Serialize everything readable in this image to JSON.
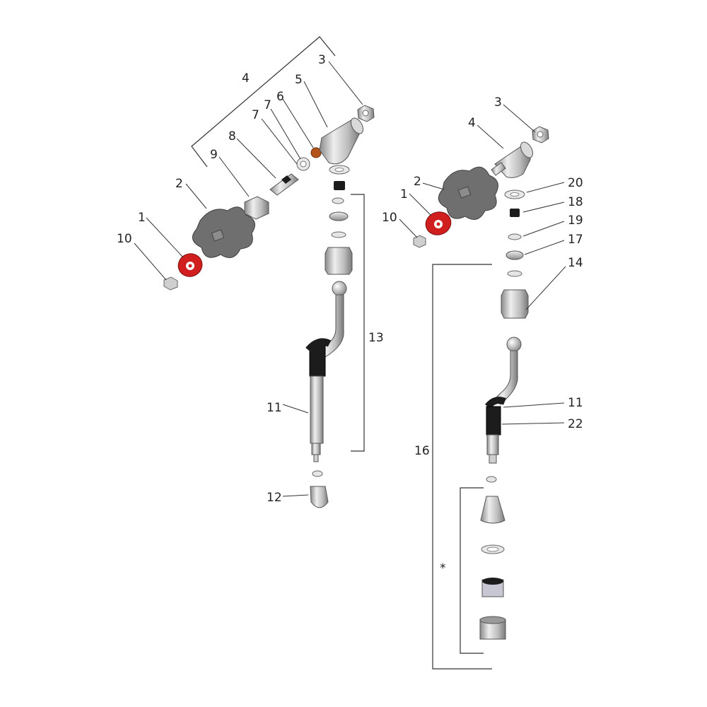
{
  "left_assembly": {
    "callouts": {
      "c1": "1",
      "c2": "2",
      "c3": "3",
      "c4": "4",
      "c5": "5",
      "c6": "6",
      "c7a": "7",
      "c7b": "7",
      "c8": "8",
      "c9": "9",
      "c10": "10",
      "c11": "11",
      "c12": "12",
      "c13": "13"
    }
  },
  "right_assembly": {
    "callouts": {
      "c1": "1",
      "c2": "2",
      "c3": "3",
      "c4": "4",
      "c10": "10",
      "c11": "11",
      "c14": "14",
      "c16": "16",
      "c17": "17",
      "c18": "18",
      "c19": "19",
      "c20": "20",
      "c22": "22",
      "star": "*"
    }
  },
  "colors": {
    "handle": "#6f6f6f",
    "metal_light": "#e4e4e4",
    "metal_mid": "#b9b9b9",
    "metal_dark": "#7d7d7d",
    "index_red": "#d11f1f",
    "seat_orange": "#b5541a",
    "hose_black": "#1c1c1c"
  },
  "icons": {
    "index_button": "red-cap-icon"
  }
}
